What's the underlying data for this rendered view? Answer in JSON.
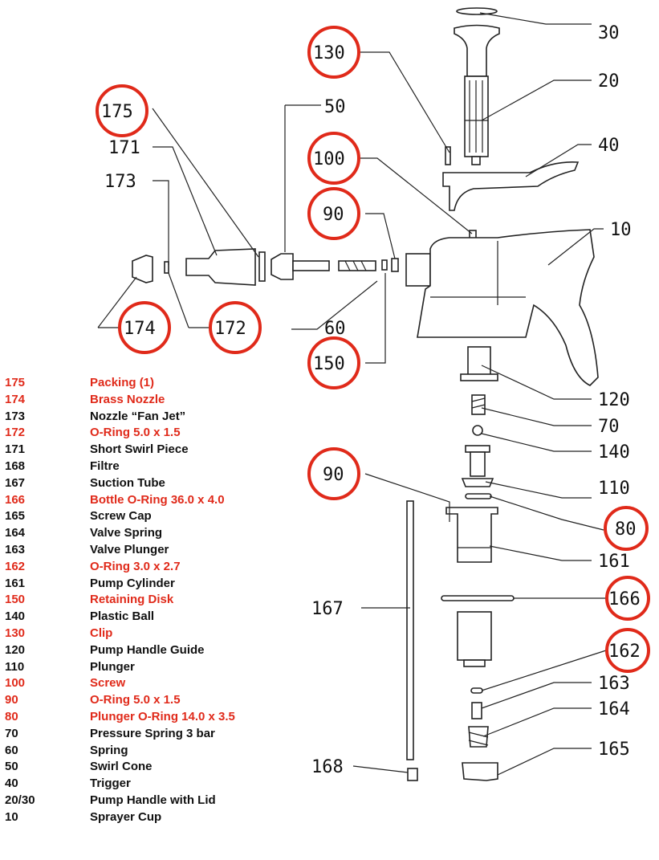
{
  "callouts": {
    "n10": "10",
    "n20": "20",
    "n30": "30",
    "n40": "40",
    "n50": "50",
    "n60": "60",
    "n70": "70",
    "n80": "80",
    "n90a": "90",
    "n90b": "90",
    "n100": "100",
    "n110": "110",
    "n120": "120",
    "n130": "130",
    "n140": "140",
    "n150": "150",
    "n161": "161",
    "n162": "162",
    "n163": "163",
    "n164": "164",
    "n165": "165",
    "n166": "166",
    "n167": "167",
    "n168": "168",
    "n171": "171",
    "n172": "172",
    "n173": "173",
    "n174": "174",
    "n175": "175"
  },
  "highlight_color": "#e02a1a",
  "legend": [
    {
      "code": "175",
      "desc": "Packing (1)",
      "highlight": true
    },
    {
      "code": "174",
      "desc": "Brass Nozzle",
      "highlight": true
    },
    {
      "code": "173",
      "desc": "Nozzle “Fan Jet”",
      "highlight": false
    },
    {
      "code": "172",
      "desc": "O-Ring 5.0 x 1.5",
      "highlight": true
    },
    {
      "code": "171",
      "desc": "Short Swirl Piece",
      "highlight": false
    },
    {
      "code": "168",
      "desc": "Filtre",
      "highlight": false
    },
    {
      "code": "167",
      "desc": "Suction Tube",
      "highlight": false
    },
    {
      "code": "166",
      "desc": "Bottle O-Ring 36.0 x 4.0",
      "highlight": true
    },
    {
      "code": "165",
      "desc": "Screw Cap",
      "highlight": false
    },
    {
      "code": "164",
      "desc": "Valve Spring",
      "highlight": false
    },
    {
      "code": "163",
      "desc": "Valve Plunger",
      "highlight": false
    },
    {
      "code": "162",
      "desc": "O-Ring 3.0 x 2.7",
      "highlight": true
    },
    {
      "code": "161",
      "desc": "Pump Cylinder",
      "highlight": false
    },
    {
      "code": "150",
      "desc": "Retaining Disk",
      "highlight": true
    },
    {
      "code": "140",
      "desc": "Plastic Ball",
      "highlight": false
    },
    {
      "code": "130",
      "desc": "Clip",
      "highlight": true
    },
    {
      "code": "120",
      "desc": "Pump Handle Guide",
      "highlight": false
    },
    {
      "code": "110",
      "desc": "Plunger",
      "highlight": false
    },
    {
      "code": "100",
      "desc": "Screw",
      "highlight": true
    },
    {
      "code": "90",
      "desc": "O-Ring 5.0 x 1.5",
      "highlight": true
    },
    {
      "code": "80",
      "desc": "Plunger O-Ring 14.0 x 3.5",
      "highlight": true
    },
    {
      "code": "70",
      "desc": "Pressure Spring 3 bar",
      "highlight": false
    },
    {
      "code": "60",
      "desc": "Spring",
      "highlight": false
    },
    {
      "code": "50",
      "desc": "Swirl Cone",
      "highlight": false
    },
    {
      "code": "40",
      "desc": "Trigger",
      "highlight": false
    },
    {
      "code": "20/30",
      "desc": "Pump Handle with Lid",
      "highlight": false
    },
    {
      "code": "10",
      "desc": "Sprayer Cup",
      "highlight": false
    }
  ]
}
